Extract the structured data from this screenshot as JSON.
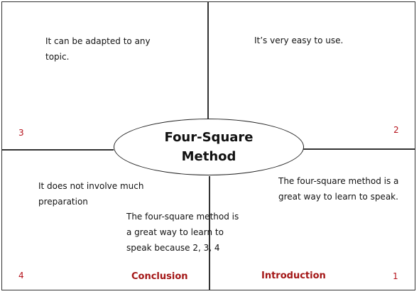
{
  "colors": {
    "accent_red": "#a31515",
    "lines": "#333333"
  },
  "center": {
    "line1": "Four-Square",
    "line2": "Method"
  },
  "quadrants": {
    "top_left": {
      "number": "3",
      "line1": "It can be adapted to any",
      "line2": "topic."
    },
    "top_right": {
      "number": "2",
      "line1": "It’s very easy to use."
    },
    "bottom_right": {
      "number": "1",
      "line1": "The four-square method is a",
      "line2": "great way to learn to speak.",
      "label": "Introduction"
    },
    "bottom_left": {
      "number": "4",
      "line1": "It does not involve much",
      "line2": "preparation",
      "label": "Conclusion"
    }
  },
  "summary": {
    "line1": "The four-square method is",
    "line2": "a great way to learn to",
    "line3": "speak because 2, 3, 4"
  }
}
